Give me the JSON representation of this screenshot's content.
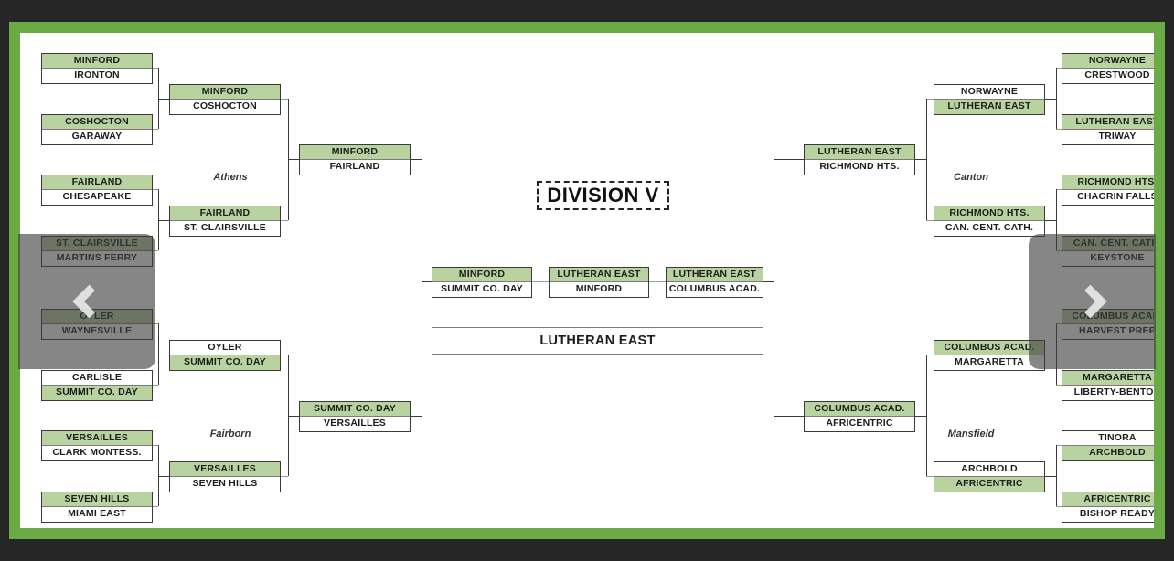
{
  "title": "DIVISION V",
  "colors": {
    "frame_green": "#6aab46",
    "winner_green": "#b9d3a0",
    "bar_dark": "#262626",
    "overlay_gray": "rgba(60,60,60,.62)"
  },
  "nav": {
    "prev_label": "previous-division",
    "next_label": "next-division"
  },
  "regions": [
    {
      "name": "Athens"
    },
    {
      "name": "Fairborn"
    },
    {
      "name": "Canton"
    },
    {
      "name": "Mansfield"
    }
  ],
  "bracket": {
    "left": {
      "round1": [
        {
          "top": "MINFORD",
          "bottom": "IRONTON",
          "winner": "top"
        },
        {
          "top": "COSHOCTON",
          "bottom": "GARAWAY",
          "winner": "top"
        },
        {
          "top": "FAIRLAND",
          "bottom": "CHESAPEAKE",
          "winner": "top"
        },
        {
          "top": "ST. CLAIRSVILLE",
          "bottom": "MARTINS FERRY",
          "winner": "top"
        },
        {
          "top": "OYLER",
          "bottom": "WAYNESVILLE",
          "winner": "top"
        },
        {
          "top": "CARLISLE",
          "bottom": "SUMMIT CO. DAY",
          "winner": "bottom"
        },
        {
          "top": "VERSAILLES",
          "bottom": "CLARK MONTESS.",
          "winner": "top"
        },
        {
          "top": "SEVEN HILLS",
          "bottom": "MIAMI EAST",
          "winner": "top"
        }
      ],
      "round2": [
        {
          "top": "MINFORD",
          "bottom": "COSHOCTON",
          "winner": "top"
        },
        {
          "top": "FAIRLAND",
          "bottom": "ST. CLAIRSVILLE",
          "winner": "top"
        },
        {
          "top": "OYLER",
          "bottom": "SUMMIT CO. DAY",
          "winner": "bottom"
        },
        {
          "top": "VERSAILLES",
          "bottom": "SEVEN HILLS",
          "winner": "top"
        }
      ],
      "round3": [
        {
          "top": "MINFORD",
          "bottom": "FAIRLAND",
          "winner": "top"
        },
        {
          "top": "SUMMIT CO. DAY",
          "bottom": "VERSAILLES",
          "winner": "top"
        }
      ]
    },
    "right": {
      "round1": [
        {
          "top": "NORWAYNE",
          "bottom": "CRESTWOOD",
          "winner": "top"
        },
        {
          "top": "LUTHERAN EAST",
          "bottom": "TRIWAY",
          "winner": "top"
        },
        {
          "top": "RICHMOND HTS.",
          "bottom": "CHAGRIN FALLS",
          "winner": "top"
        },
        {
          "top": "CAN. CENT. CATH.",
          "bottom": "KEYSTONE",
          "winner": "top"
        },
        {
          "top": "COLUMBUS ACAD.",
          "bottom": "HARVEST PREP",
          "winner": "top"
        },
        {
          "top": "MARGARETTA",
          "bottom": "LIBERTY-BENTON",
          "winner": "top"
        },
        {
          "top": "TINORA",
          "bottom": "ARCHBOLD",
          "winner": "bottom"
        },
        {
          "top": "AFRICENTRIC",
          "bottom": "BISHOP READY",
          "winner": "top"
        }
      ],
      "round2": [
        {
          "top": "NORWAYNE",
          "bottom": "LUTHERAN EAST",
          "winner": "bottom"
        },
        {
          "top": "RICHMOND HTS.",
          "bottom": "CAN. CENT. CATH.",
          "winner": "top"
        },
        {
          "top": "COLUMBUS ACAD.",
          "bottom": "MARGARETTA",
          "winner": "top"
        },
        {
          "top": "ARCHBOLD",
          "bottom": "AFRICENTRIC",
          "winner": "bottom"
        }
      ],
      "round3": [
        {
          "top": "LUTHERAN EAST",
          "bottom": "RICHMOND HTS.",
          "winner": "top"
        },
        {
          "top": "COLUMBUS ACAD.",
          "bottom": "AFRICENTRIC",
          "winner": "top"
        }
      ]
    },
    "center": {
      "semifinals": [
        {
          "top": "MINFORD",
          "bottom": "SUMMIT CO. DAY",
          "winner": "top"
        },
        {
          "top": "LUTHERAN EAST",
          "bottom": "COLUMBUS ACAD.",
          "winner": "top"
        }
      ],
      "final": {
        "top": "LUTHERAN EAST",
        "bottom": "MINFORD",
        "winner": "top"
      },
      "champion": "LUTHERAN EAST"
    }
  }
}
